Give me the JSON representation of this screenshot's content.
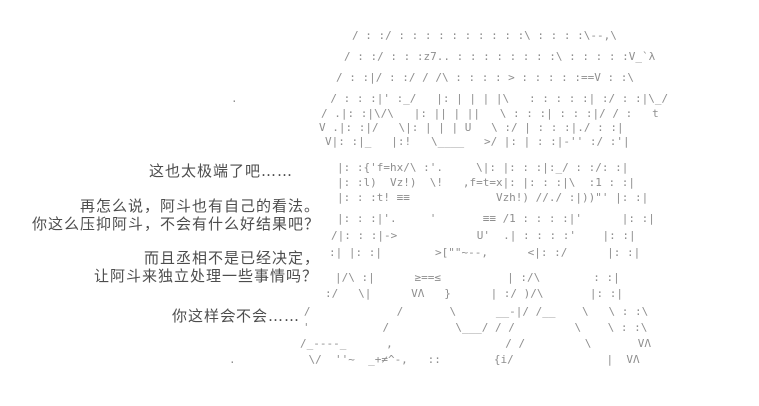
{
  "scene": {
    "dialogue": [
      {
        "text": "这也太极端了吧……"
      },
      {
        "text": "再怎么说，阿斗也有自己的看法。"
      },
      {
        "text": "你这么压抑阿斗，不会有什么好结果吧？"
      },
      {
        "text": "而且丞相不是已经决定，"
      },
      {
        "text": "让阿斗来独立处理一些事情吗？"
      },
      {
        "text": "你这样会不会……"
      }
    ],
    "ascii_art": {
      "subject": "ascii-art-character-figure",
      "lines": [
        "/ : :/ : : : : : : : : : :\\ : : : :\\--,\\",
        "/ : :/ : : :z7.. : : : : : : : :\\ : : : : :V_`λ",
        "/ : :|/ : :/ / /\\ : : : : > : : : : :==V : :\\",
        ".              / : : :|' :_/   |: | | | |\\   : : : : :| :/ : :|\\_/",
        "/ .|: :|\\/\\   |: || | ||   \\ : : :| : : :|/ / :   t",
        "V .|: :|/   \\|: | | | U   \\ :/ | : : :|./ : :|",
        "V|: :|_   |:!   \\____   >/ |: | : :|-'' :/ :'|",
        "|: :{'f=hx/\\ :'.     \\|: |: : :|:_/ : :/: :|",
        "|: :l)  Vz!)  \\!   ,f=t=x|: |: : :|\\  :1 : :|",
        "|: : :t! ≡≡             Vzh!) //./ :|))\"' |: :|",
        "|: : :|'.     '       ≡≡ /1 : : : :|'      |: :|",
        "/|: : :|->            U'  .| : : : :'    |: :|",
        ":| |: :|        >[\"\"~--,      <|: :/      |: :|",
        "|/\\ :|      ≥==≤          | :/\\        : :|",
        ":/   \\|      VΛ   }      | :/ )/\\       |: :|",
        ".          /             /       \\      __-|/ /__    \\   \\ : :\\",
        "'           /          \\___/ / /         \\    \\ : :\\",
        "/_----_      ,                 / /         \\       VΛ",
        ".           \\/  ''~  _+≠^-,   ::        {i/              |  VΛ"
      ]
    }
  },
  "colors": {
    "background": "#ffffff",
    "dialogue": "#4d4d4d",
    "art": "#8e8e8e"
  }
}
